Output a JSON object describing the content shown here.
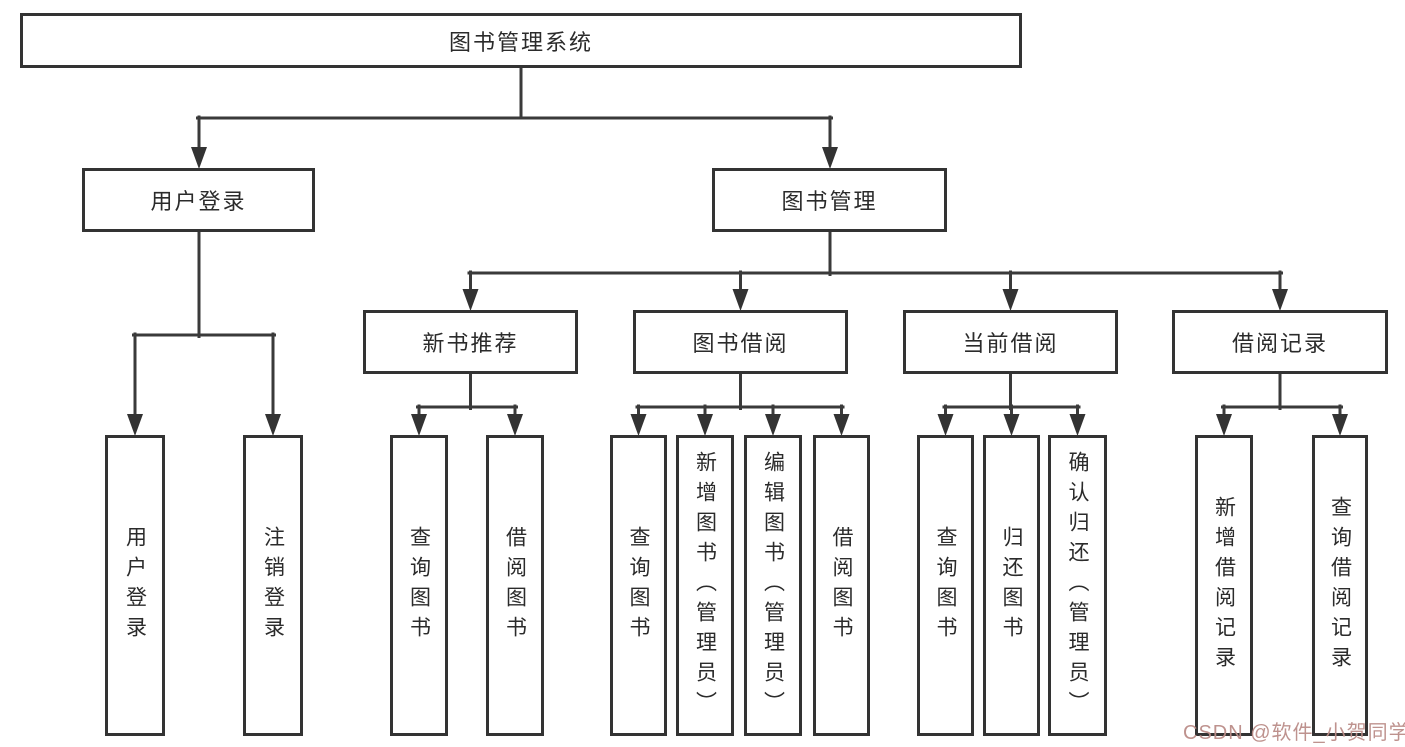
{
  "diagram": {
    "type": "hierarchy",
    "root": {
      "label": "图书管理系统",
      "children": [
        {
          "label": "用户登录",
          "children": [
            {
              "label": "用户登录"
            },
            {
              "label": "注销登录"
            }
          ]
        },
        {
          "label": "图书管理",
          "children": [
            {
              "label": "新书推荐",
              "children": [
                {
                  "label": "查询图书"
                },
                {
                  "label": "借阅图书"
                }
              ]
            },
            {
              "label": "图书借阅",
              "children": [
                {
                  "label": "查询图书"
                },
                {
                  "label": "新增图书（管理员）"
                },
                {
                  "label": "编辑图书（管理员）"
                },
                {
                  "label": "借阅图书"
                }
              ]
            },
            {
              "label": "当前借阅",
              "children": [
                {
                  "label": "查询图书"
                },
                {
                  "label": "归还图书"
                },
                {
                  "label": "确认归还（管理员）"
                }
              ]
            },
            {
              "label": "借阅记录",
              "children": [
                {
                  "label": "新增借阅记录"
                },
                {
                  "label": "查询借阅记录"
                }
              ]
            }
          ]
        }
      ]
    }
  },
  "watermark": {
    "text": "CSDN @软件_小贺同学"
  },
  "colors": {
    "background": "#ffffff",
    "box_border": "#333333",
    "line": "#3a3a3a",
    "text": "#2b2b2b",
    "watermark": "#bb8d88"
  }
}
